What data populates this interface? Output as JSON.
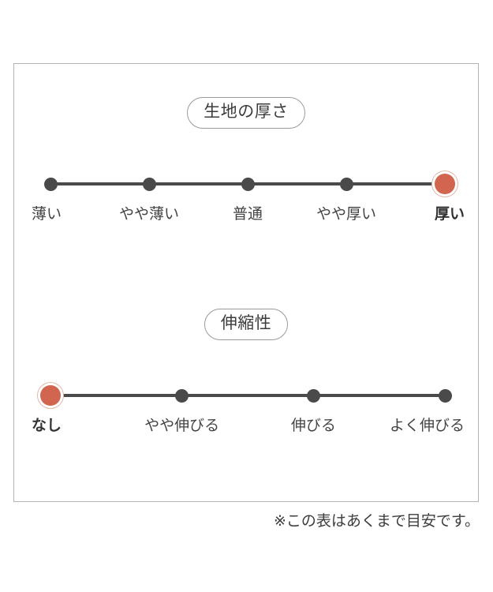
{
  "panel": {
    "accent_color": "#d2654f",
    "dot_color": "#4a4a4a",
    "border_color": "#b3b3b3",
    "text_color": "#444444"
  },
  "chart_data": [
    {
      "type": "scale",
      "title": "生地の厚さ",
      "categories": [
        "薄い",
        "やや薄い",
        "普通",
        "やや厚い",
        "厚い"
      ],
      "values": [
        0,
        0,
        0,
        0,
        1
      ],
      "selected_index": 4,
      "selected_label": "厚い",
      "xlabel": "",
      "ylabel": "",
      "grid": false,
      "legend": "none"
    },
    {
      "type": "scale",
      "title": "伸縮性",
      "categories": [
        "なし",
        "やや伸びる",
        "伸びる",
        "よく伸びる"
      ],
      "values": [
        1,
        0,
        0,
        0
      ],
      "selected_index": 0,
      "selected_label": "なし",
      "xlabel": "",
      "ylabel": "",
      "grid": false,
      "legend": "none"
    }
  ],
  "footnote": {
    "text": "※この表はあくまで目安です。"
  }
}
